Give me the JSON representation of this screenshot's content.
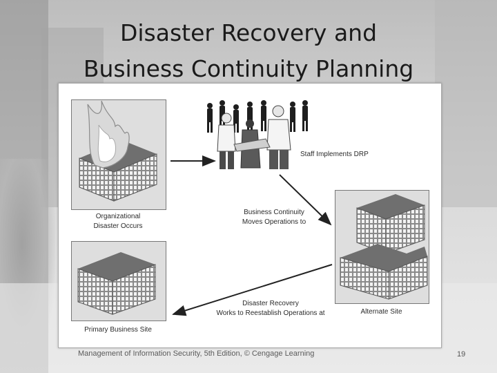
{
  "slide": {
    "title_line1": "Disaster Recovery and",
    "title_line2": "Business Continuity Planning",
    "footer": "Management of Information Security, 5th Edition, © Cengage Learning",
    "page_number": "19"
  },
  "diagram": {
    "staff_label": "Staff Implements DRP",
    "disaster_label_1": "Organizational",
    "disaster_label_2": "Disaster Occurs",
    "bc_label_1": "Business Continuity",
    "bc_label_2": "Moves Operations to",
    "dr_label_1": "Disaster Recovery",
    "dr_label_2": "Works to Reestablish Operations at",
    "alternate_label": "Alternate Site",
    "primary_label": "Primary Business Site"
  }
}
